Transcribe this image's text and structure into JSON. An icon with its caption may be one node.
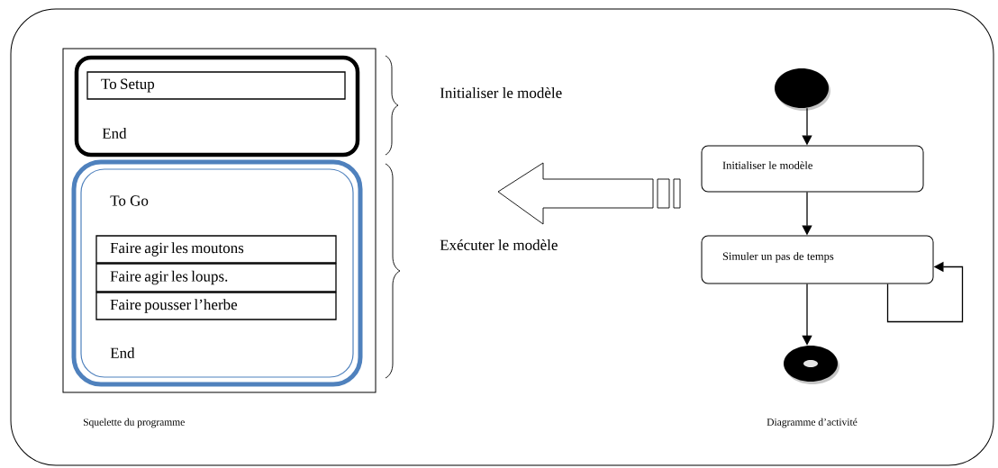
{
  "diagram": {
    "nodes": [
      {
        "text": [],
        "shape": "box",
        "beside": [
          "Squelette du programme"
        ]
      },
      {
        "text": [
          "End"
        ],
        "in": 0
      },
      {
        "text": [
          "To Setup"
        ],
        "in": 1
      },
      {
        "text": [
          "To Go",
          "End"
        ],
        "in": 0
      },
      {
        "text": [
          "Faire agir les moutons"
        ],
        "in": 3
      },
      {
        "text": [
          "Faire agir les loups."
        ],
        "in": 3
      },
      {
        "text": [
          "Faire pousser l’herbe"
        ],
        "in": 3
      },
      {
        "text": [],
        "shape": "circle"
      },
      {
        "text": [
          "Initialiser le modèle"
        ]
      },
      {
        "text": [
          "Simuler un pas de temps"
        ]
      },
      {
        "text": [],
        "shape": "circle"
      }
    ],
    "edges": [
      {
        "from": 7,
        "to": 8,
        "arrow": "to"
      },
      {
        "from": 8,
        "to": 9,
        "arrow": "to"
      },
      {
        "from": 9,
        "to": 9,
        "arrow": "to"
      },
      {
        "from": 9,
        "to": 10,
        "arrow": "to"
      }
    ],
    "labels": [
      "Initialiser le modèle",
      "Exécuter le modèle",
      "Diagramme d’activité"
    ]
  }
}
